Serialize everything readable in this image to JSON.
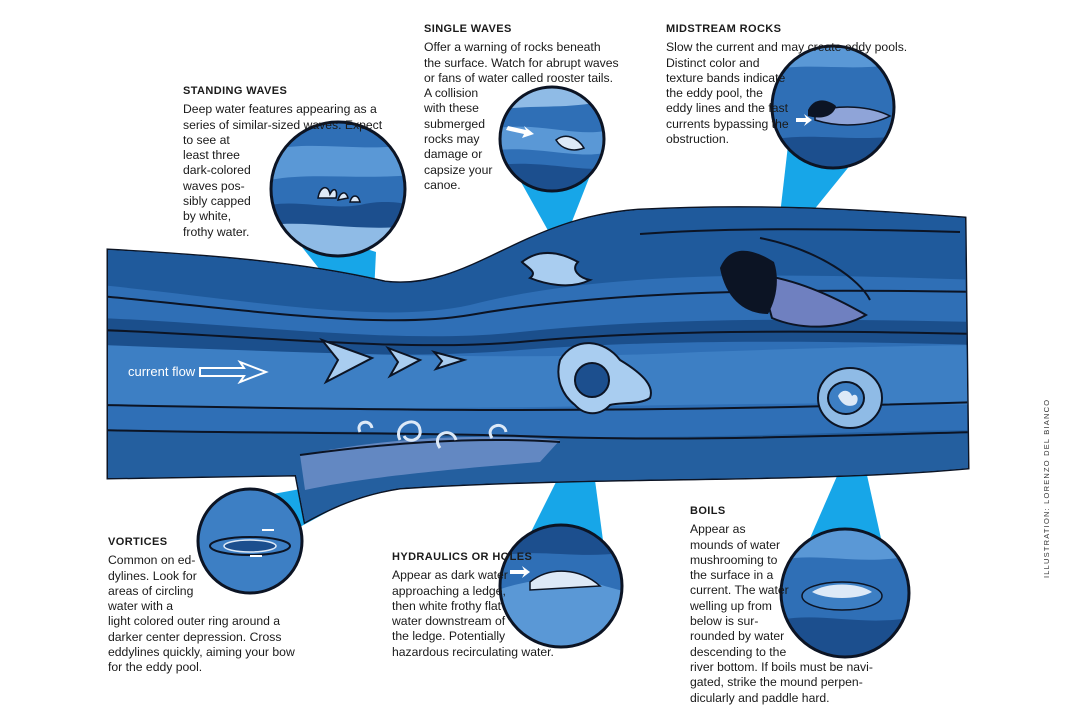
{
  "current_flow_label": "current flow",
  "credit": "ILLUSTRATION: LORENZO DEL BIANCO",
  "colors": {
    "river_dark": "#1c4f8e",
    "river_mid": "#2f6fb6",
    "river_light": "#5a98d6",
    "river_pale": "#8fbbe6",
    "callout_cyan": "#17a6e8",
    "outline": "#0c1424"
  },
  "features": [
    {
      "id": "standing",
      "title": "STANDING WAVES",
      "lines": [
        "Deep water features appearing as a",
        "series of similar-sized waves. Expect",
        "to see at",
        "least three",
        "dark-colored",
        "waves pos-",
        "sibly capped",
        "by white,",
        "frothy water."
      ]
    },
    {
      "id": "single",
      "title": "SINGLE WAVES",
      "lines": [
        "Offer a warning of rocks beneath",
        "the surface. Watch for abrupt waves",
        "or fans of water called rooster tails.",
        "A collision",
        "with these",
        "submerged",
        "rocks may",
        "damage or",
        "capsize your",
        "canoe."
      ]
    },
    {
      "id": "midstream",
      "title": "MIDSTREAM ROCKS",
      "lines": [
        "Slow the current and may create eddy pools.",
        "Distinct color and",
        "texture bands indicate",
        "the eddy pool, the",
        "eddy lines and the fast",
        "currents bypassing the",
        "obstruction."
      ]
    },
    {
      "id": "vortices",
      "title": "VORTICES",
      "lines": [
        "Common on ed-",
        "dylines. Look for",
        "areas of circling",
        "water with a",
        "light colored outer ring around a",
        "darker center depression. Cross",
        "eddylines quickly, aiming your bow",
        "for the eddy pool."
      ]
    },
    {
      "id": "hydraulics",
      "title": "HYDRAULICS OR HOLES",
      "lines": [
        "Appear as dark water",
        "approaching a ledge,",
        "then white frothy flat",
        "water downstream of",
        "the ledge. Potentially",
        "hazardous recirculating water."
      ]
    },
    {
      "id": "boils",
      "title": "BOILS",
      "lines": [
        "Appear as",
        "mounds of water",
        "mushrooming to",
        "the surface in a",
        "current. The water",
        "welling up from",
        "below is sur-",
        "rounded by water",
        "descending to the",
        "river bottom. If boils must be navi-",
        "gated, strike the mound perpen-",
        "dicularly and paddle hard."
      ]
    }
  ]
}
